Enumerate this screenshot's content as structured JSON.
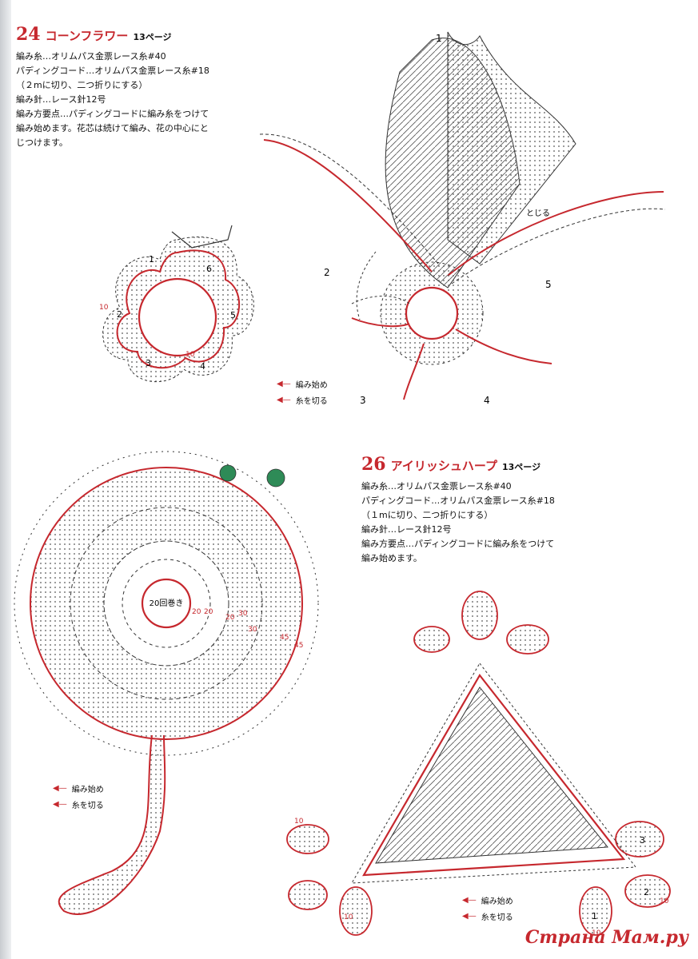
{
  "section24": {
    "number": "24",
    "title": "コーンフラワー",
    "page": "13ページ",
    "lines": [
      "編み糸…オリムパス金票レース糸#40",
      "パディングコード…オリムパス金票レース糸#18",
      "（２mに切り、二つ折りにする）",
      "編み針…レース針12号",
      "編み方要点…パディングコードに編み糸をつけて",
      "編み始めます。花芯は続けて編み、花の中心にと",
      "じつけます。"
    ],
    "flower_labels": [
      "1",
      "2",
      "3",
      "4",
      "5",
      "6",
      "10",
      "10"
    ],
    "cornflower_labels": [
      "1",
      "2",
      "3",
      "4",
      "5",
      "とじる"
    ]
  },
  "section26": {
    "number": "26",
    "title": "アイリッシュハープ",
    "page": "13ページ",
    "lines": [
      "編み糸…オリムパス金票レース糸#40",
      "パディングコード…オリムパス金票レース糸#18",
      "（１mに切り、二つ折りにする）",
      "編み針…レース針12号",
      "編み方要点…パディングコードに編み糸をつけて",
      "編み始めます。"
    ],
    "trefoil_labels": [
      "1",
      "2",
      "3",
      "10",
      "10",
      "10",
      "10"
    ]
  },
  "sunflower": {
    "center_label": "20回巻き",
    "round_labels": [
      "20",
      "20",
      "20",
      "30",
      "30",
      "45",
      "45"
    ]
  },
  "legend": {
    "start": "編み始め",
    "cut": "糸を切る"
  },
  "watermark": "Страна Мам.ру",
  "colors": {
    "accent": "#c6282e",
    "stitch": "#333333"
  }
}
